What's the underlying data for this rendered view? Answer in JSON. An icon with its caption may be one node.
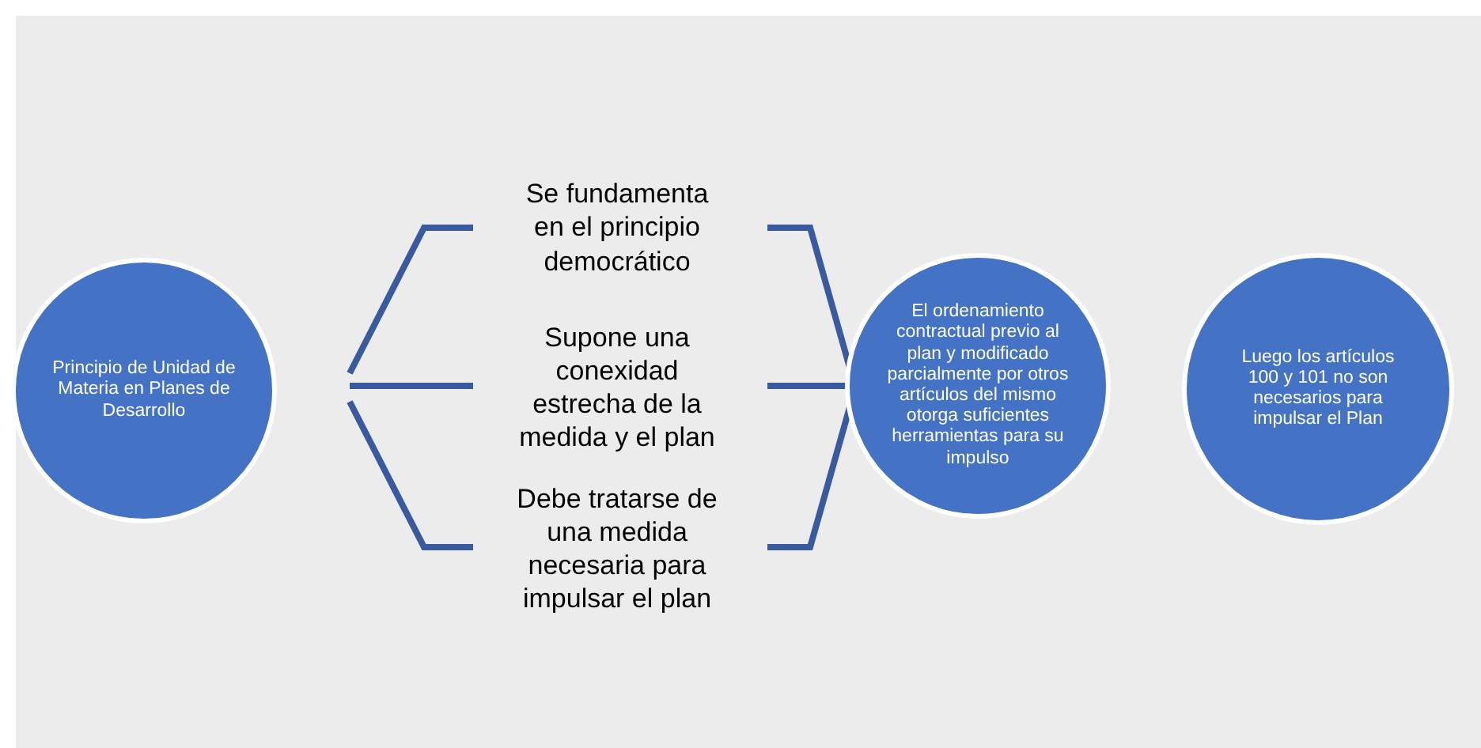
{
  "diagram": {
    "nodes": [
      {
        "text": [
          "Principio de Unidad de Materia en Planes de Desarrollo"
        ]
      },
      {
        "text": [
          "Se fundamenta en el principio democrático"
        ]
      },
      {
        "text": [
          "Supone una conexidad estrecha de la medida y el plan"
        ]
      },
      {
        "text": [
          "Debe tratarse de una medida necesaria para impulsar el plan"
        ]
      },
      {
        "text": [
          "El ordenamiento contractual previo al plan y modificado parcialmente por otros artículos del mismo otorga suficientes herramientas para su impulso"
        ]
      },
      {
        "text": [
          "Luego los artículos 100 y 101 no son necesarios para impulsar el Plan"
        ]
      }
    ],
    "edges": [
      {
        "from": 0,
        "to": 1,
        "arrow": "none"
      },
      {
        "from": 0,
        "to": 2,
        "arrow": "none"
      },
      {
        "from": 0,
        "to": 3,
        "arrow": "none"
      },
      {
        "from": 1,
        "to": 4,
        "arrow": "none"
      },
      {
        "from": 2,
        "to": 4,
        "arrow": "none"
      },
      {
        "from": 3,
        "to": 4,
        "arrow": "none"
      }
    ]
  }
}
